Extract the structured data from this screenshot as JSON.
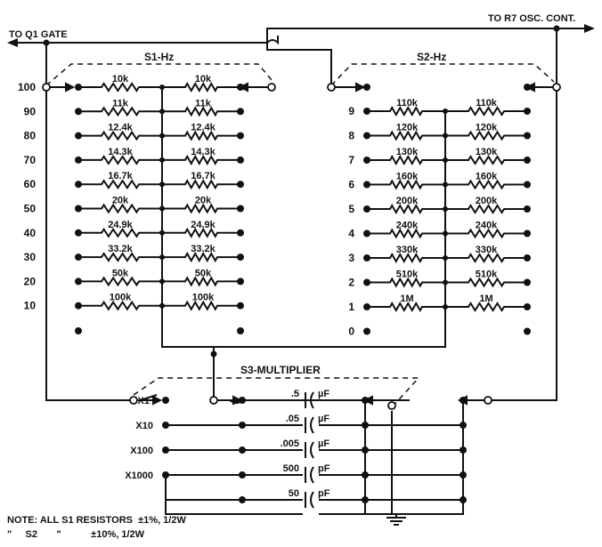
{
  "labels": {
    "to_gate": "TO Q1 GATE",
    "to_osc": "TO R7 OSC. CONT.",
    "s1_title": "S1-Hz",
    "s2_title": "S2-Hz",
    "s3_title": "S3-MULTIPLIER",
    "note_line1": "NOTE: ALL S1 RESISTORS  ±1%, 1/2W",
    "note_line2": "\"     S2       \"           ±10%, 1/2W"
  },
  "s1": {
    "positions": [
      "100",
      "90",
      "80",
      "70",
      "60",
      "50",
      "40",
      "30",
      "20",
      "10"
    ],
    "resistors": [
      "10k",
      "11k",
      "12.4k",
      "14.3k",
      "16.7k",
      "20k",
      "24.9k",
      "33.2k",
      "50k",
      "100k"
    ]
  },
  "s2": {
    "positions": [
      "9",
      "8",
      "7",
      "6",
      "5",
      "4",
      "3",
      "2",
      "1",
      "0"
    ],
    "resistors": [
      "110k",
      "120k",
      "130k",
      "160k",
      "200k",
      "240k",
      "330k",
      "510k",
      "1M"
    ]
  },
  "s3": {
    "multipliers": [
      "X1",
      "X10",
      "X100",
      "X1000"
    ],
    "caps": [
      {
        "value": ".5",
        "unit": "µF"
      },
      {
        "value": ".05",
        "unit": "µF"
      },
      {
        "value": ".005",
        "unit": "µF"
      },
      {
        "value": "500",
        "unit": "pF"
      },
      {
        "value": "50",
        "unit": "pF"
      }
    ]
  }
}
